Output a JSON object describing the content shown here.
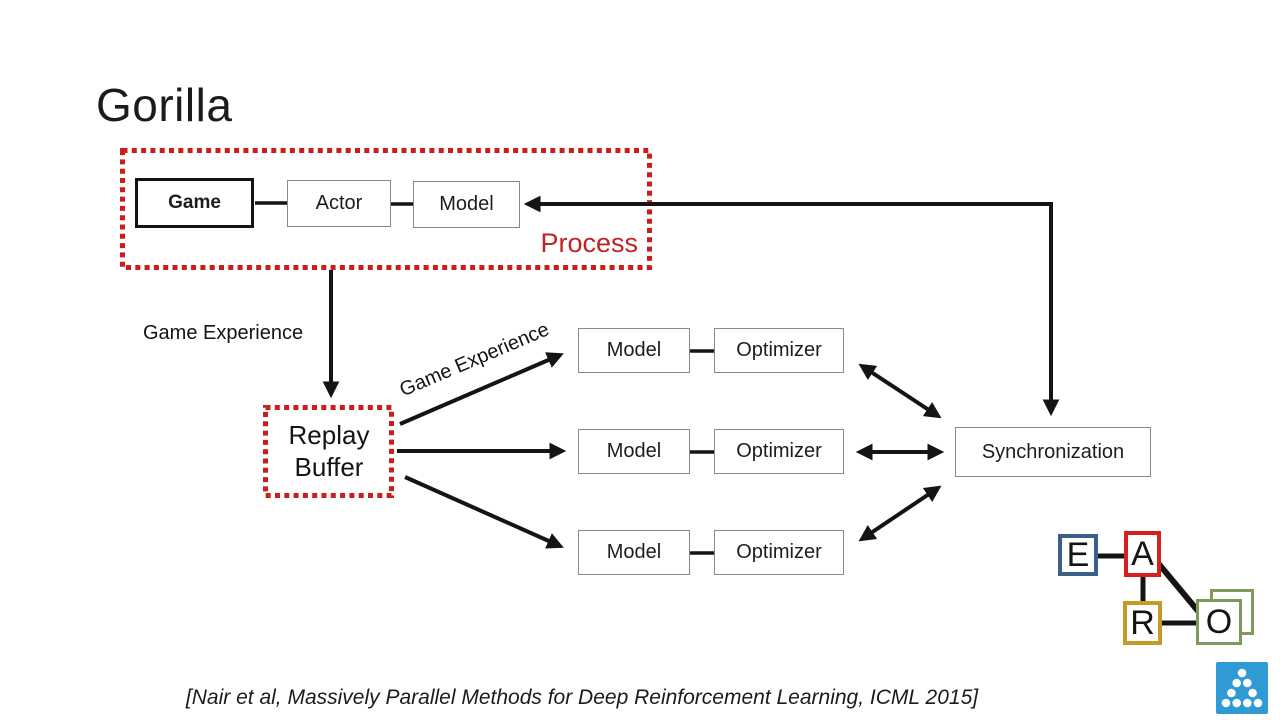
{
  "slide": {
    "title": "Gorilla",
    "citation": "[Nair et al, Massively Parallel Methods for Deep Reinforcement Learning, ICML 2015]"
  },
  "process_group": {
    "label": "Process",
    "game": "Game",
    "actor": "Actor",
    "model": "Model"
  },
  "replay_buffer": {
    "label_line1": "Replay",
    "label_line2": "Buffer"
  },
  "edges": {
    "game_experience_down": "Game Experience",
    "game_experience_diagonal": "Game Experience"
  },
  "workers": [
    {
      "model": "Model",
      "optimizer": "Optimizer"
    },
    {
      "model": "Model",
      "optimizer": "Optimizer"
    },
    {
      "model": "Model",
      "optimizer": "Optimizer"
    }
  ],
  "synchronization": "Synchronization",
  "earo_diagram": {
    "nodes": [
      {
        "letter": "E",
        "color": "#3a5f8a"
      },
      {
        "letter": "A",
        "color": "#d62020"
      },
      {
        "letter": "R",
        "color": "#c39b26"
      },
      {
        "letter": "O",
        "color": "#7d9a58"
      }
    ]
  },
  "icons": {
    "logo": "dot-triangle-logo"
  },
  "colors": {
    "accent_red": "#c32222",
    "dotted_border_red": "#cc1d1d",
    "arrow_black": "#141414",
    "logo_blue": "#2f9ad3"
  }
}
